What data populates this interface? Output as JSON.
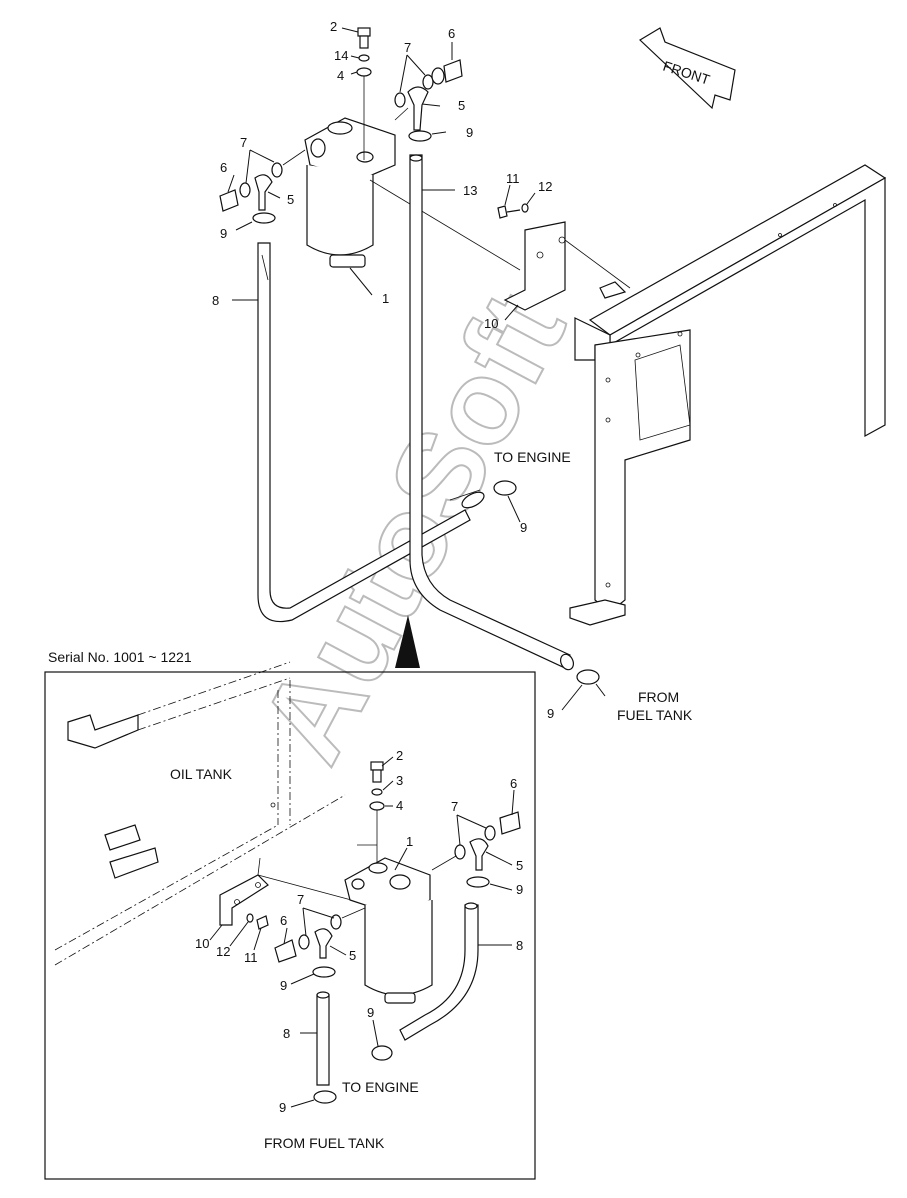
{
  "front_label": "FRONT",
  "serial_note": "Serial No. 1001 ~ 1221",
  "watermark": "AutoSoft",
  "main_labels": {
    "n2": "2",
    "n14": "14",
    "n4": "4",
    "n7a": "7",
    "n6a": "6",
    "n5a": "5",
    "n9a": "9",
    "n7b": "7",
    "n6b": "6",
    "n5b": "5",
    "n9b": "9",
    "n13": "13",
    "n11": "11",
    "n12": "12",
    "n8": "8",
    "n1": "1",
    "n10": "10",
    "n9c": "9",
    "n9d": "9"
  },
  "main_text": {
    "to_engine": "TO ENGINE",
    "from_fuel_tank_1": "FROM",
    "from_fuel_tank_2": "FUEL TANK"
  },
  "inset_labels": {
    "n2": "2",
    "n3": "3",
    "n4": "4",
    "n6a": "6",
    "n7a": "7",
    "n1": "1",
    "n5a": "5",
    "n9a": "9",
    "n8a": "8",
    "n7b": "7",
    "n6b": "6",
    "n5b": "5",
    "n10": "10",
    "n12": "12",
    "n11": "11",
    "n9b": "9",
    "n9c": "9",
    "n8b": "8",
    "n9d": "9"
  },
  "inset_text": {
    "oil_tank": "OIL TANK",
    "to_engine": "TO ENGINE",
    "from_fuel_tank": "FROM FUEL TANK"
  }
}
